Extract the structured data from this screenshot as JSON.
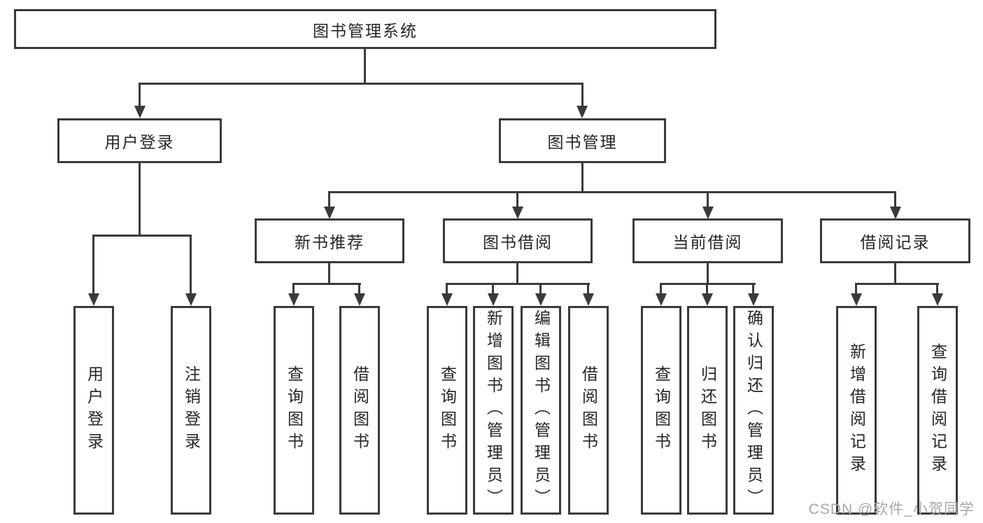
{
  "root": {
    "label": "图书管理系统"
  },
  "level2": {
    "user_login": "用户登录",
    "book_mgmt": "图书管理"
  },
  "level3": {
    "new_books": "新书推荐",
    "book_borrow": "图书借阅",
    "current_borrow": "当前借阅",
    "borrow_records": "借阅记录"
  },
  "leaves": [
    {
      "label": "用户登录"
    },
    {
      "label": "注销登录"
    },
    {
      "label": "查询图书"
    },
    {
      "label": "借阅图书"
    },
    {
      "label": "查询图书"
    },
    {
      "label": "新增图书（管理员）"
    },
    {
      "label": "编辑图书（管理员）"
    },
    {
      "label": "借阅图书"
    },
    {
      "label": "查询图书"
    },
    {
      "label": "归还图书"
    },
    {
      "label": "确认归还（管理员）"
    },
    {
      "label": "新增借阅记录"
    },
    {
      "label": "查询借阅记录"
    }
  ],
  "watermark": "CSDN @软件_小贺同学",
  "colors": {
    "line": "#3a3a3a",
    "text": "#262626",
    "watermark": "#a8a8a8",
    "background": "#ffffff"
  }
}
